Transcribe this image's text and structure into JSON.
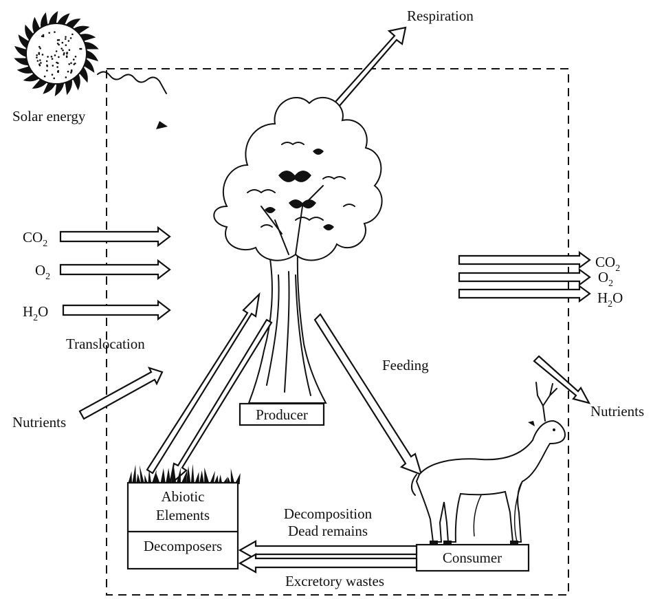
{
  "labels": {
    "solar_energy": "Solar energy",
    "respiration": "Respiration",
    "translocation": "Translocation",
    "feeding": "Feeding",
    "nutrients_left": "Nutrients",
    "nutrients_right": "Nutrients",
    "producer": "Producer",
    "consumer": "Consumer",
    "abiotic_line1": "Abiotic",
    "abiotic_line2": "Elements",
    "decomposers": "Decomposers",
    "decomposition": "Decomposition",
    "dead_remains": "Dead remains",
    "excretory_wastes": "Excretory wastes"
  },
  "inputs_left": [
    {
      "base": "CO",
      "sub": "2"
    },
    {
      "base": "O",
      "sub": "2"
    },
    {
      "base": "H",
      "sub": "2",
      "tail": "O"
    }
  ],
  "outputs_right": [
    {
      "base": "CO",
      "sub": "2"
    },
    {
      "base": "O",
      "sub": "2"
    },
    {
      "base": "H",
      "sub": "2",
      "tail": "O"
    }
  ]
}
